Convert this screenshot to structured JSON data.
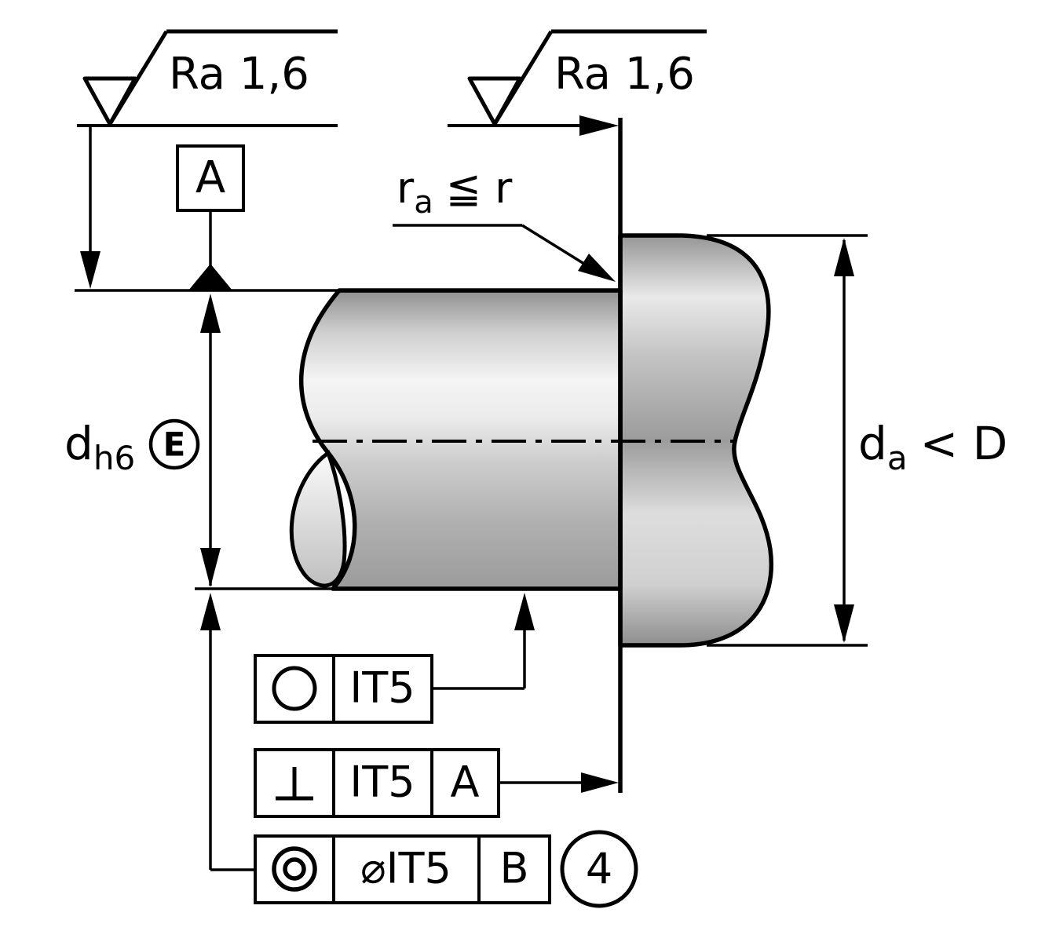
{
  "drawing": {
    "surface_finish_top_left": {
      "label": "Ra 1,6",
      "symbol": "surface-roughness-icon"
    },
    "surface_finish_top_right": {
      "label": "Ra 1,6",
      "symbol": "surface-roughness-icon"
    },
    "datum_feature": {
      "label": "A"
    },
    "fillet_condition": {
      "base": "r",
      "sub": "a",
      "relation": "≦ r"
    },
    "shaft_diameter": {
      "base": "d",
      "sub": "h6",
      "modifier": "E",
      "modifier_name": "envelope-requirement"
    },
    "abutment_diameter": {
      "base": "d",
      "sub": "a",
      "relation": "< D"
    },
    "tolerance_frames": [
      {
        "name": "circularity",
        "symbol": "circularity-icon",
        "value": "IT5"
      },
      {
        "name": "perpendicularity",
        "symbol": "perpendicularity-icon",
        "value": "IT5",
        "datum": "A"
      },
      {
        "name": "concentricity",
        "symbol": "concentricity-icon",
        "value": "⌀IT5",
        "datum": "B"
      }
    ],
    "balloon": {
      "label": "4"
    },
    "colors": {
      "line": "#000000",
      "fill_light": "#f4f4f4",
      "fill_mid": "#c0c0c0",
      "fill_dark": "#909090"
    }
  }
}
